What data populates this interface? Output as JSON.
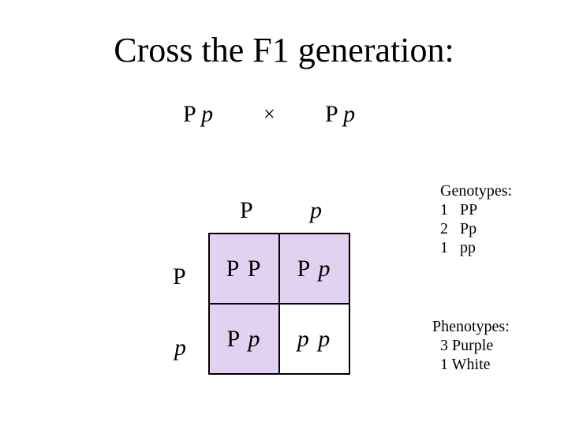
{
  "title": "Cross the F1 generation:",
  "parents": {
    "left": {
      "dominant": "P",
      "recessive": "p"
    },
    "cross_symbol": "×",
    "right": {
      "dominant": "P",
      "recessive": "p"
    }
  },
  "punnett": {
    "column_headers": [
      "P",
      "p"
    ],
    "row_headers": [
      "P",
      "p"
    ],
    "cells": [
      [
        {
          "a": "P",
          "b": "P"
        },
        {
          "a": "P",
          "b": "p"
        }
      ],
      [
        {
          "a": "P",
          "b": "p"
        },
        {
          "a": "p",
          "b": "p"
        }
      ]
    ]
  },
  "genotypes": {
    "heading": "Genotypes:",
    "items": [
      {
        "count": "1",
        "label": "PP"
      },
      {
        "count": "2",
        "label": "Pp"
      },
      {
        "count": "1",
        "label": "pp"
      }
    ]
  },
  "phenotypes": {
    "heading": "Phenotypes:",
    "items": [
      {
        "count": "3",
        "label": "Purple"
      },
      {
        "count": "1",
        "label": "White"
      }
    ]
  },
  "colors": {
    "purple": "#E0D2F0",
    "white": "#FFFFFF",
    "border": "#000000"
  }
}
